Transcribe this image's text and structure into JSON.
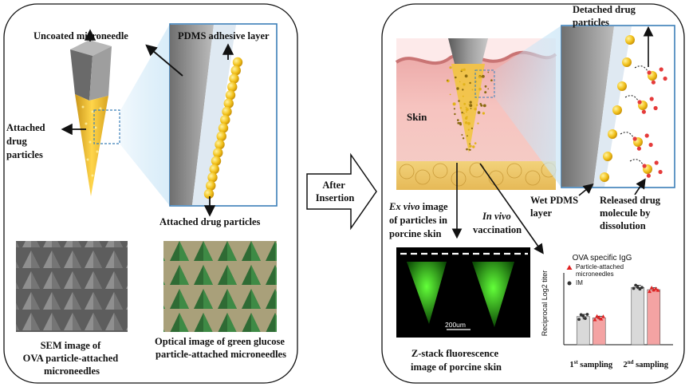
{
  "left_panel": {
    "uncoated_label": "Uncoated microneedle",
    "pdms_label": "PDMS adhesive layer",
    "attached_label_lines": [
      "Attached",
      "drug",
      "particles"
    ],
    "attached_particles_label": "Attached drug particles",
    "sem_caption_lines": [
      "SEM image of",
      "OVA particle-attached",
      "microneedles"
    ],
    "optical_caption_lines": [
      "Optical image of green glucose",
      "particle-attached microneedles"
    ]
  },
  "arrow": {
    "label_lines": [
      "After",
      "Insertion"
    ]
  },
  "right_panel": {
    "skin_label": "Skin",
    "detached_label_lines": [
      "Detached drug",
      "particles"
    ],
    "wet_pdms_label_lines": [
      "Wet PDMS",
      "layer"
    ],
    "released_label_lines": [
      "Released drug",
      "molecule by",
      "dissolution"
    ],
    "exvivo_label_lines": [
      "Ex vivo image",
      "of particles in",
      "porcine skin"
    ],
    "exvivo_italic": "Ex vivo",
    "invivo_label_lines": [
      "In vivo",
      "vaccination"
    ],
    "zstack_caption_lines": [
      "Z-stack fluorescence",
      "image of porcine skin"
    ],
    "scale_bar": "200um"
  },
  "chart_data": {
    "type": "bar",
    "title": "OVA specific IgG",
    "ylabel": "Reciprocal Log2 titer",
    "categories": [
      "1st sampling",
      "2nd sampling"
    ],
    "category_label_parts": [
      {
        "num": "1",
        "sup": "st",
        "rest": " sampling"
      },
      {
        "num": "2",
        "sup": "nd",
        "rest": " sampling"
      }
    ],
    "series": [
      {
        "name": "IM",
        "values": [
          9.0,
          18.3
        ],
        "color": "#d9d9d9",
        "marker": "circle"
      },
      {
        "name": "Particle-attached microneedles",
        "values": [
          8.6,
          17.6
        ],
        "color": "#f4a3a3",
        "marker": "triangle"
      }
    ],
    "points": [
      [
        [
          8.1,
          9.6,
          9.2,
          8.4,
          9.7
        ],
        [
          18.0,
          19.0,
          18.4,
          17.8,
          18.3
        ]
      ],
      [
        [
          8.0,
          9.1,
          8.7,
          8.2,
          9.0
        ],
        [
          17.0,
          18.2,
          17.5,
          17.9,
          17.4
        ]
      ]
    ],
    "ylim": [
      0,
      25
    ],
    "legend_position": "top-left",
    "grid": false
  }
}
